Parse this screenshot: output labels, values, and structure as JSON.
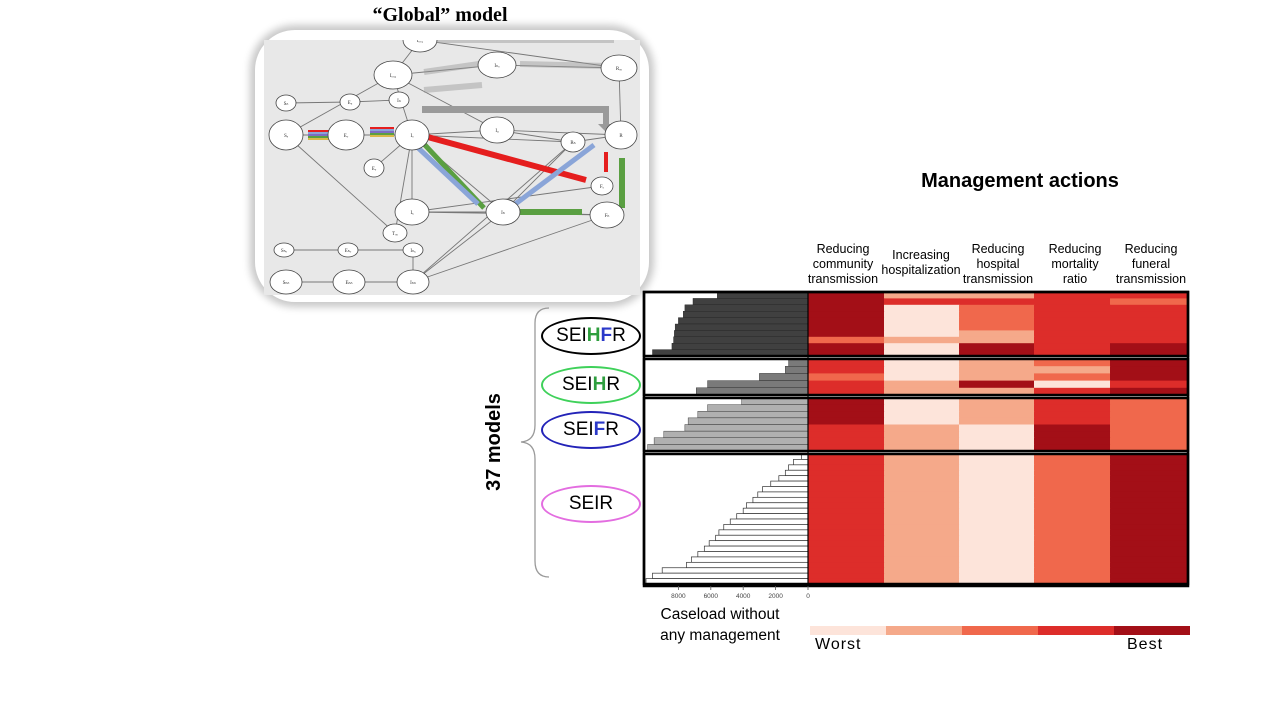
{
  "global_model": {
    "title": "“Global” model",
    "node_labels": {
      "S_c": "Sₑ",
      "S_v": "Sₙ",
      "E_c": "Eₒ",
      "E_v": "Eₓ",
      "E_w": "Eₔ",
      "I_c": "Iₒ",
      "I_v": "Iₙ",
      "I_d": "Iₓ",
      "I_h": "Iₕ",
      "I_u": "Iᵤ",
      "I_cc1": "Iₒₒ₁",
      "I_cc2": "Iₒₒ₂",
      "I_hc": "Iₕₒ",
      "R": "R",
      "R_cc": "Rₒₒ",
      "R_h": "Rₕ",
      "F_c": "Fₒ",
      "F_h": "Fₕ",
      "T_cc": "Tₒₒ",
      "S_hc": "Sₕₒ",
      "E_hc": "Eₕₒ",
      "I_hd": "Iₕₓ",
      "S_hv": "Sₕₙ",
      "E_hv": "Eₕₙ",
      "I_hv": "Iₕₙ"
    }
  },
  "management": {
    "title": "Management actions",
    "columns": [
      {
        "line1": "Reducing",
        "line2": "community",
        "line3": "transmission"
      },
      {
        "line1": "Increasing",
        "line2": "hospitalization",
        "line3": ""
      },
      {
        "line1": "Reducing",
        "line2": "hospital",
        "line3": "transmission"
      },
      {
        "line1": "Reducing",
        "line2": "mortality",
        "line3": "ratio"
      },
      {
        "line1": "Reducing",
        "line2": "funeral",
        "line3": "transmission"
      }
    ]
  },
  "models_label": "37 models",
  "model_groups": [
    {
      "parts": [
        "SEI",
        "H",
        "F",
        "R"
      ],
      "colors": [
        "#000000",
        "#2e9e3e",
        "#2b39c9",
        "#000000"
      ],
      "border": "#000000"
    },
    {
      "parts": [
        "SEI",
        "H",
        "R"
      ],
      "colors": [
        "#000000",
        "#2e9e3e",
        "#000000"
      ],
      "border": "#3fd15a"
    },
    {
      "parts": [
        "SEI",
        "F",
        "R"
      ],
      "colors": [
        "#000000",
        "#2b39c9",
        "#000000"
      ],
      "border": "#2323b8"
    },
    {
      "parts": [
        "SEIR"
      ],
      "colors": [
        "#000000"
      ],
      "border": "#e36de0"
    }
  ],
  "caseload_label": {
    "line1": "Caseload without",
    "line2": "any management"
  },
  "scale": {
    "worst": "Worst",
    "best": "Best",
    "colors": [
      "#fde4da",
      "#f5a98a",
      "#f0684c",
      "#dd2d2a",
      "#a30f17"
    ]
  },
  "chart_data": {
    "type": "heatmap",
    "title": "Management actions",
    "columns": [
      "Reducing community transmission",
      "Increasing hospitalization",
      "Reducing hospital transmission",
      "Reducing mortality ratio",
      "Reducing funeral transmission"
    ],
    "rank_scale": {
      "1": "Worst",
      "5": "Best"
    },
    "bar_axis": {
      "label": "Caseload without any management",
      "ticks": [
        0,
        2000,
        4000,
        6000,
        8000
      ],
      "max": 10000,
      "reversed": true
    },
    "groups": [
      {
        "name": "SEIHFR",
        "bar_color": "#404040",
        "caseloads": [
          5600,
          7100,
          7600,
          7700,
          8000,
          8200,
          8250,
          8300,
          8400,
          9600
        ],
        "ranks": [
          [
            5,
            2,
            2,
            4,
            4
          ],
          [
            5,
            4,
            4,
            4,
            3
          ],
          [
            5,
            1,
            3,
            4,
            4
          ],
          [
            5,
            1,
            3,
            4,
            4
          ],
          [
            5,
            1,
            3,
            4,
            4
          ],
          [
            5,
            1,
            3,
            4,
            4
          ],
          [
            5,
            1,
            2,
            4,
            4
          ],
          [
            3,
            2,
            2,
            4,
            4
          ],
          [
            5,
            1,
            5,
            4,
            5
          ],
          [
            5,
            1,
            5,
            4,
            5
          ]
        ]
      },
      {
        "name": "SEIHR",
        "bar_color": "#7a7a7a",
        "caseloads": [
          1200,
          1400,
          3000,
          6200,
          6900
        ],
        "ranks": [
          [
            4,
            1,
            2,
            3,
            5
          ],
          [
            4,
            1,
            2,
            2,
            5
          ],
          [
            3,
            1,
            2,
            3,
            5
          ],
          [
            4,
            2,
            5,
            1,
            4
          ],
          [
            4,
            2,
            2,
            4,
            5
          ]
        ]
      },
      {
        "name": "SEIFR",
        "bar_color": "#b0b0b0",
        "caseloads": [
          4100,
          6200,
          6800,
          7400,
          7600,
          8900,
          9500,
          9900
        ],
        "ranks": [
          [
            5,
            1,
            2,
            4,
            3
          ],
          [
            5,
            1,
            2,
            4,
            3
          ],
          [
            5,
            1,
            2,
            4,
            3
          ],
          [
            5,
            1,
            2,
            4,
            3
          ],
          [
            4,
            2,
            1,
            5,
            3
          ],
          [
            4,
            2,
            1,
            5,
            3
          ],
          [
            4,
            2,
            1,
            5,
            3
          ],
          [
            4,
            2,
            1,
            5,
            3
          ]
        ]
      },
      {
        "name": "SEIR",
        "bar_color": "#ffffff",
        "caseloads": [
          400,
          900,
          1200,
          1400,
          1800,
          2300,
          2800,
          3100,
          3400,
          3800,
          4000,
          4400,
          4800,
          5200,
          5500,
          5700,
          6100,
          6400,
          6800,
          7200,
          7500,
          9000,
          9600,
          10000
        ],
        "ranks": "all rows: [4,2,1,3,5]"
      }
    ]
  }
}
